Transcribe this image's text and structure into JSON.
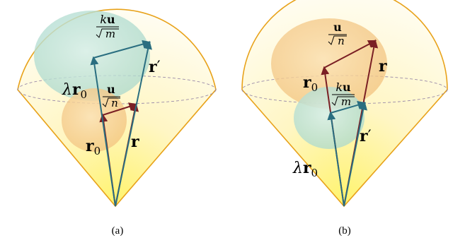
{
  "panels": [
    {
      "caption": "(a)",
      "labels": {
        "r0_bottom_main": "r",
        "r0_bottom_sub": "0",
        "r_main": "r",
        "lambda_r0_lambda": "λ",
        "lambda_r0_main": "r",
        "lambda_r0_sub": "0",
        "rprime_main": "r",
        "rprime_prime": "′",
        "u_frac_num": "u",
        "u_frac_den": "n",
        "ku_frac_k": "k",
        "ku_frac_num": "u",
        "ku_frac_den": "m"
      }
    },
    {
      "caption": "(b)",
      "labels": {
        "r0_main": "r",
        "r0_sub": "0",
        "r_main": "r",
        "lambda_r0_lambda": "λ",
        "lambda_r0_main": "r",
        "lambda_r0_sub": "0",
        "rprime_main": "r",
        "rprime_prime": "′",
        "u_frac_num": "u",
        "u_frac_den": "n",
        "ku_frac_k": "k",
        "ku_frac_num": "u",
        "ku_frac_den": "m"
      }
    }
  ],
  "colors": {
    "cone_edge": "#e8a21a",
    "vector_red": "#7a1f24",
    "vector_teal": "#2a6e80",
    "sphere_green": "#b8e0d2",
    "sphere_orange": "#f5c98a"
  }
}
